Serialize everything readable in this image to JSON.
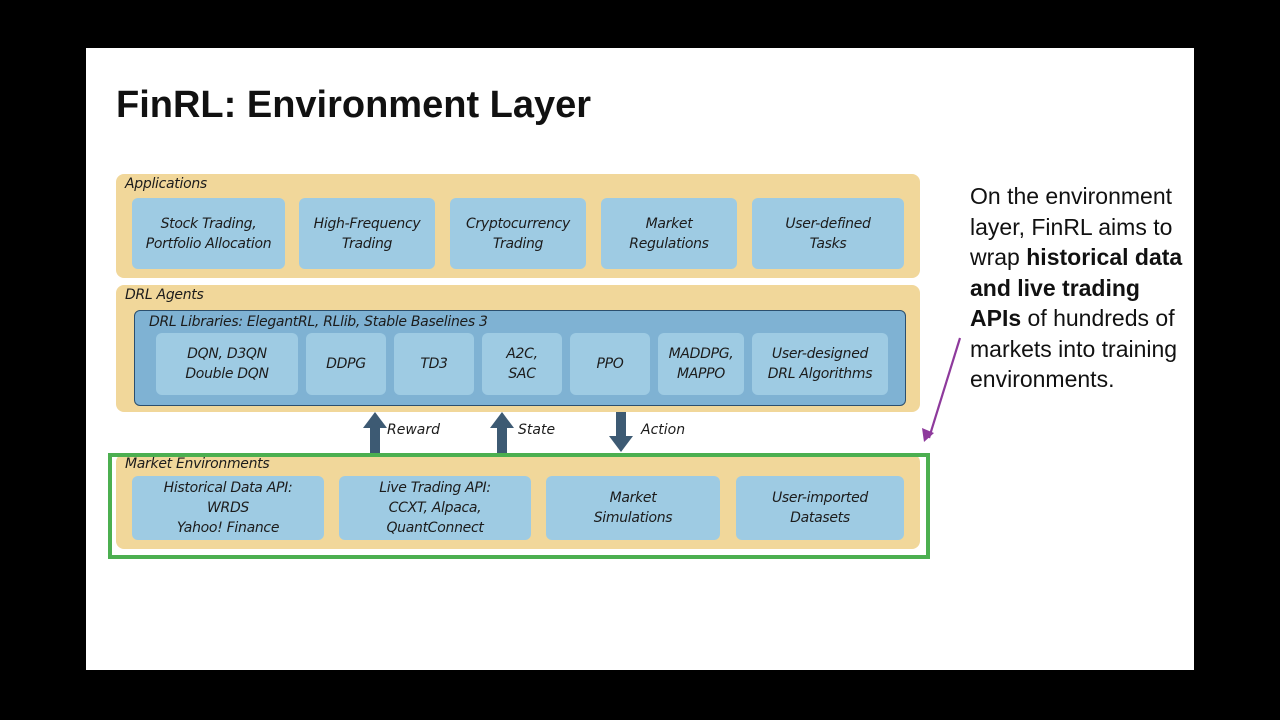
{
  "title": "FinRL: Environment Layer",
  "layers": {
    "applications": {
      "label": "Applications",
      "items": [
        [
          "Stock Trading,",
          "Portfolio Allocation"
        ],
        [
          "High-Frequency",
          "Trading"
        ],
        [
          "Cryptocurrency",
          "Trading"
        ],
        [
          "Market",
          "Regulations"
        ],
        [
          "User-defined",
          "Tasks"
        ]
      ]
    },
    "agents": {
      "label": "DRL Agents",
      "libraries_label": "DRL Libraries: ElegantRL, RLlib, Stable Baselines 3",
      "items": [
        [
          "DQN, D3QN",
          "Double DQN"
        ],
        [
          "DDPG"
        ],
        [
          "TD3"
        ],
        [
          "A2C,",
          "SAC"
        ],
        [
          "PPO"
        ],
        [
          "MADDPG,",
          "MAPPO"
        ],
        [
          "User-designed",
          "DRL Algorithms"
        ]
      ]
    },
    "arrows": {
      "reward": "Reward",
      "state": "State",
      "action": "Action"
    },
    "environments": {
      "label": "Market Environments",
      "items": [
        [
          "Historical Data API:",
          "WRDS",
          "Yahoo! Finance"
        ],
        [
          "Live Trading API:",
          "CCXT, Alpaca,",
          "QuantConnect"
        ],
        [
          "Market",
          "Simulations"
        ],
        [
          "User-imported",
          "Datasets"
        ]
      ]
    }
  },
  "colors": {
    "layer": "#f1d79a",
    "box": "#9ecbe3",
    "library": "#7fb2d3",
    "arrow": "#3d5a73",
    "highlight_frame": "#4caf50",
    "pointer_arrow": "#8e3a9c"
  },
  "side_note": {
    "p1": "On the environment layer, FinRL aims to wrap ",
    "b1": "historical data and live trading APIs",
    "p2": " of hundreds of markets into training environments."
  }
}
